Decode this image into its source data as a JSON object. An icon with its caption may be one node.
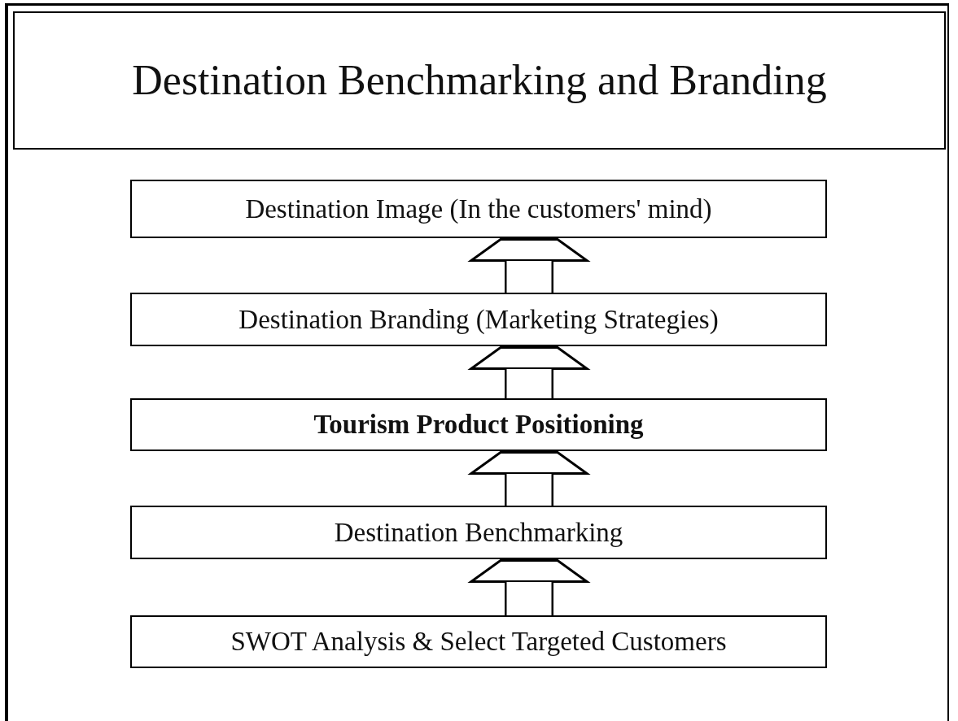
{
  "diagram": {
    "nodes": [
      {
        "text": [
          "Destination Benchmarking and Branding"
        ]
      },
      {
        "text": [
          "Destination Image (In the customers' mind)"
        ]
      },
      {
        "text": [
          "Destination Branding (Marketing Strategies)"
        ]
      },
      {
        "text": [
          "Tourism Product Positioning"
        ]
      },
      {
        "text": [
          "Destination Benchmarking"
        ]
      },
      {
        "text": [
          "SWOT Analysis & Select Targeted Customers"
        ]
      }
    ],
    "edges": [
      {
        "from": 5,
        "to": 4,
        "arrow": "to"
      },
      {
        "from": 4,
        "to": 3,
        "arrow": "to"
      },
      {
        "from": 3,
        "to": 2,
        "arrow": "to"
      },
      {
        "from": 2,
        "to": 1,
        "arrow": "to"
      }
    ]
  }
}
